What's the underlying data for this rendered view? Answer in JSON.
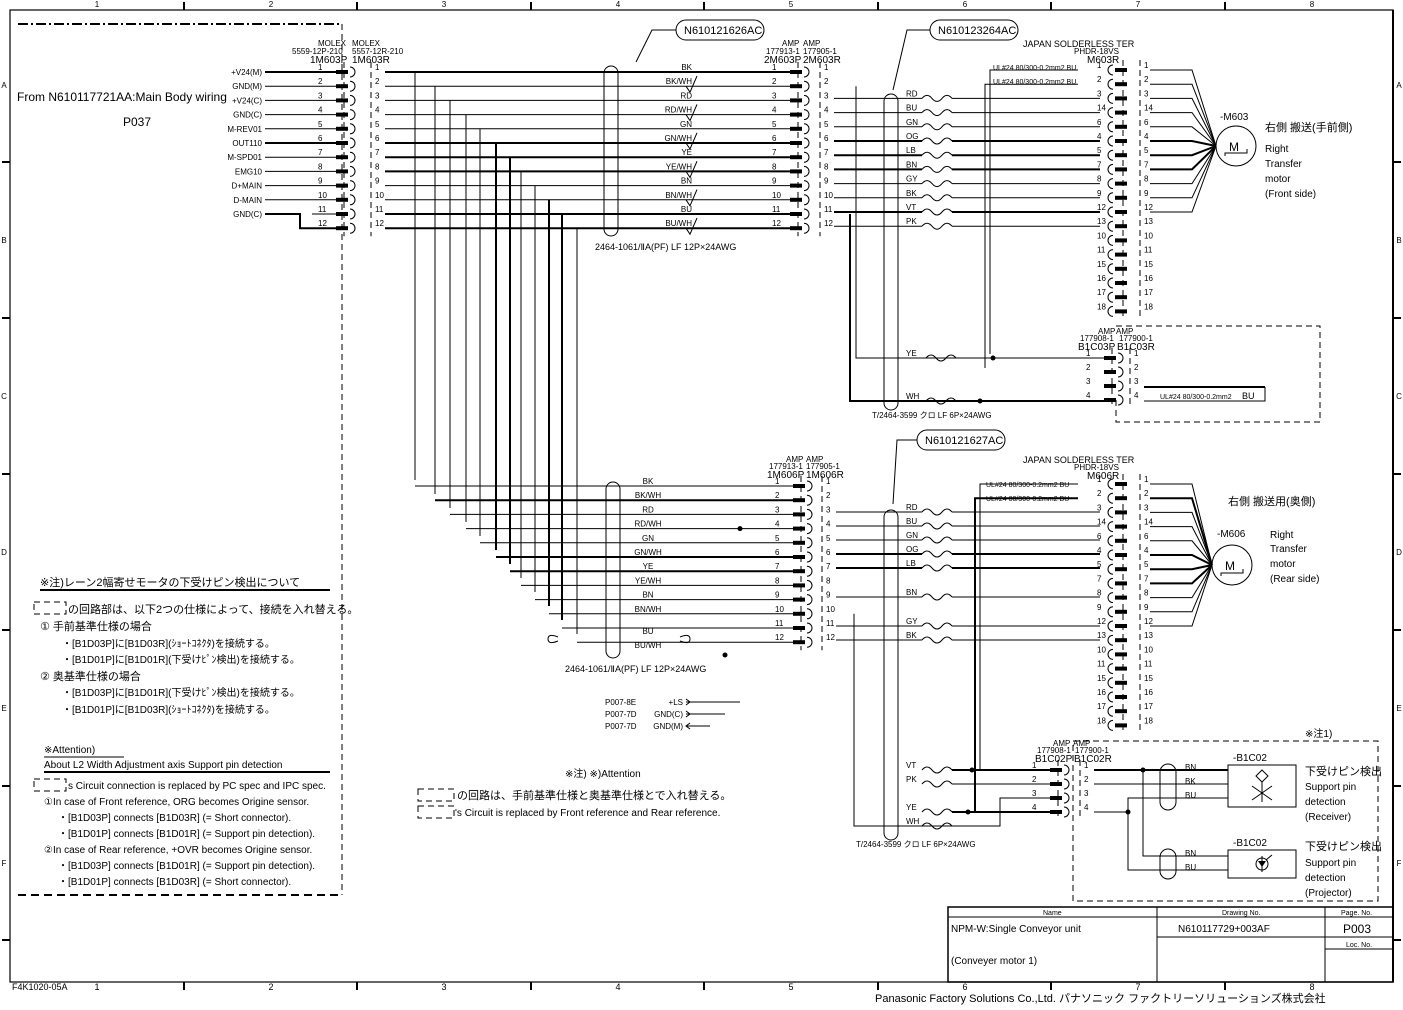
{
  "frame": {
    "columns": [
      "1",
      "2",
      "3",
      "4",
      "5",
      "6",
      "7",
      "8"
    ],
    "rows": [
      "A",
      "B",
      "C",
      "D",
      "E",
      "F"
    ],
    "form_code": "F4K1020-05A"
  },
  "source": {
    "from_text": "From  N610117721AA:Main Body wiring",
    "page_ref": "P037",
    "signals": [
      "+V24(M)",
      "GND(M)",
      "+V24(C)",
      "GND(C)",
      "M-REV01",
      "OUT110",
      "M-SPD01",
      "EMG10",
      "D+MAIN",
      "D-MAIN",
      "GND(C)"
    ]
  },
  "connector_1m603": {
    "p_maker": "MOLEX",
    "p_part": "5559-12P-210",
    "p_name": "1M603P",
    "r_maker": "MOLEX",
    "r_part": "5557-12R-210",
    "r_name": "1M603R",
    "pins": [
      "1",
      "2",
      "3",
      "4",
      "5",
      "6",
      "7",
      "8",
      "9",
      "10",
      "11",
      "12"
    ]
  },
  "cable_1": {
    "tag": "N610121626AC",
    "spec": "2464-1061/ⅡA(PF) LF 12P×24AWG",
    "colors": [
      "BK",
      "BK/WH",
      "RD",
      "RD/WH",
      "GN",
      "GN/WH",
      "YE",
      "YE/WH",
      "BN",
      "BN/WH",
      "BU",
      "BU/WH"
    ]
  },
  "connector_2m603": {
    "p_maker": "AMP",
    "p_part": "177913-1",
    "p_name": "2M603P",
    "r_maker": "AMP",
    "r_part": "177905-1",
    "r_name": "2M603R",
    "pins": [
      "1",
      "2",
      "3",
      "4",
      "5",
      "6",
      "7",
      "8",
      "9",
      "10",
      "11",
      "12"
    ]
  },
  "cable_2": {
    "tag": "N610123264AC",
    "spec": "T/2464-3599 クロ LF 6P×24AWG",
    "colors": [
      "RD",
      "BU",
      "GN",
      "OG",
      "LB",
      "BN",
      "GY",
      "BK",
      "VT",
      "PK"
    ],
    "aux_colors": [
      "YE",
      "WH"
    ]
  },
  "connector_m603r": {
    "maker": "JAPAN SOLDERLESS TER",
    "part": "PHDR-18VS",
    "name": "M603R",
    "jumper_label": "UL#24 80/300-0.2mm2 BU",
    "left_pins": [
      "1",
      "2",
      "3",
      "14",
      "6",
      "4",
      "5",
      "7",
      "8",
      "9",
      "12",
      "13",
      "10",
      "11",
      "15",
      "16",
      "17",
      "18"
    ],
    "right_pins": [
      "1",
      "2",
      "3",
      "14",
      "6",
      "4",
      "5",
      "7",
      "8",
      "9",
      "12",
      "13",
      "10",
      "11",
      "15",
      "16",
      "17",
      "18"
    ]
  },
  "motor_m603": {
    "id": "-M603",
    "symbol": "M",
    "title_jp": "右側  搬送(手前側)",
    "desc": [
      "Right",
      "Transfer",
      "motor",
      "(Front side)"
    ]
  },
  "connector_b1c03": {
    "p_maker": "AMP",
    "p_part": "177908-1",
    "p_name": "B1C03P",
    "r_maker": "AMP",
    "r_part": "177900-1",
    "r_name": "B1C03R",
    "pins": [
      "1",
      "2",
      "3",
      "4"
    ],
    "jumper_label": "UL#24 80/300-0.2mm2",
    "jumper_color": "BU"
  },
  "cable_3": {
    "tag": "N610121627AC",
    "spec": "2464-1061/ⅡA(PF) LF 12P×24AWG",
    "colors": [
      "BK",
      "BK/WH",
      "RD",
      "RD/WH",
      "GN",
      "GN/WH",
      "YE",
      "YE/WH",
      "BN",
      "BN/WH",
      "BU",
      "BU/WH"
    ]
  },
  "connector_1m606": {
    "p_maker": "AMP",
    "p_part": "177913-1",
    "p_name": "1M606P",
    "r_maker": "AMP",
    "r_part": "177905-1",
    "r_name": "1M606R",
    "pins": [
      "1",
      "2",
      "3",
      "4",
      "5",
      "6",
      "7",
      "8",
      "9",
      "10",
      "11",
      "12"
    ]
  },
  "offpage": [
    {
      "ref": "P007-8E",
      "signal": "+LS"
    },
    {
      "ref": "P007-7D",
      "signal": "GND(C)"
    },
    {
      "ref": "P007-7D",
      "signal": "GND(M)"
    }
  ],
  "cable_4": {
    "spec": "T/2464-3599 クロ LF 6P×24AWG",
    "colors": [
      "RD",
      "BU",
      "GN",
      "OG",
      "LB",
      "BN",
      "GY",
      "BK"
    ],
    "aux_colors": [
      "VT",
      "PK",
      "YE",
      "WH"
    ]
  },
  "connector_m606r": {
    "maker": "JAPAN SOLDERLESS TER",
    "part": "PHDR-18VS",
    "name": "M606R",
    "jumper_label": "UL#24 80/300-0.2mm2 BU",
    "left_pins": [
      "1",
      "2",
      "3",
      "14",
      "6",
      "4",
      "5",
      "7",
      "8",
      "9",
      "12",
      "13",
      "10",
      "11",
      "15",
      "16",
      "17",
      "18"
    ],
    "right_pins": [
      "1",
      "2",
      "3",
      "14",
      "6",
      "4",
      "5",
      "7",
      "8",
      "9",
      "12",
      "13",
      "10",
      "11",
      "15",
      "16",
      "17",
      "18"
    ]
  },
  "motor_m606": {
    "id": "-M606",
    "symbol": "M",
    "title_jp": "右側  搬送用(奥側)",
    "desc": [
      "Right",
      "Transfer",
      "motor",
      "(Rear side)"
    ]
  },
  "connector_b1c02": {
    "p_maker": "AMP",
    "p_part": "177908-1",
    "p_name": "B1C02P",
    "r_maker": "AMP",
    "r_part": "177900-1",
    "r_name": "B1C02R",
    "pins": [
      "1",
      "2",
      "3",
      "4"
    ],
    "note_ref": "※注1)"
  },
  "sensor_receiver": {
    "id": "-B1C02",
    "wires": [
      "BN",
      "BK",
      "BU"
    ],
    "title_jp": "下受けピン検出",
    "desc": [
      "Support pin",
      "detection",
      "(Receiver)"
    ]
  },
  "sensor_projector": {
    "id": "-B1C02",
    "wires": [
      "BN",
      "BU"
    ],
    "title_jp": "下受けピン検出",
    "desc": [
      "Support pin",
      "detection",
      "(Projector)"
    ]
  },
  "note_jp": {
    "title": "※注)レーン2幅寄せモータの下受けピン検出について",
    "intro": "の回路部は、以下2つの仕様によって、接続を入れ替える。",
    "case1": "① 手前基準仕様の場合",
    "case1_lines": [
      "・[B1D03P]に[B1D03R](ｼｮｰﾄｺﾈｸﾀ)を接続する。",
      "・[B1D01P]に[B1D01R](下受けﾋﾟﾝ検出)を接続する。"
    ],
    "case2": "② 奥基準仕様の場合",
    "case2_lines": [
      "・[B1D03P]に[B1D01R](下受けﾋﾟﾝ検出)を接続する。",
      "・[B1D01P]に[B1D03R](ｼｮｰﾄｺﾈｸﾀ)を接続する。"
    ]
  },
  "note_en": {
    "title": "※Attention)",
    "subtitle": "About L2 Width Adjustment axis Support pin detection",
    "intro": "s Circuit connection is replaced by PC spec and IPC spec.",
    "case1": "①In case of Front reference, ORG becomes Origine sensor.",
    "case1_lines": [
      "・[B1D03P] connects [B1D03R] (= Short connector).",
      "・[B1D01P] connects [B1D01R] (= Support pin detection)."
    ],
    "case2": "②In case of Rear reference, +OVR becomes Origine sensor.",
    "case2_lines": [
      "・[B1D03P] connects [B1D01R] (= Support pin detection).",
      "・[B1D01P] connects [B1D03R] (= Short connector)."
    ]
  },
  "legend_center": {
    "title": "※注)  ※)Attention",
    "line_jp": "の回路は、手前基準仕様と奥基準仕様とで入れ替える。",
    "line_en": "'s Circuit is replaced by Front reference and Rear reference."
  },
  "title_block": {
    "name_header": "Name",
    "name_line1": "NPM-W:Single Conveyor unit",
    "name_line2": "(Conveyer motor 1)",
    "drawing_header": "Drawing No.",
    "drawing_no": "N610117729+003AF",
    "page_header": "Page. No.",
    "page_no": "P003",
    "loc_header": "Loc. No.",
    "loc_no": "",
    "company": "Panasonic Factory Solutions Co.,Ltd. パナソニック ファクトリーソリューションズ株式会社"
  }
}
